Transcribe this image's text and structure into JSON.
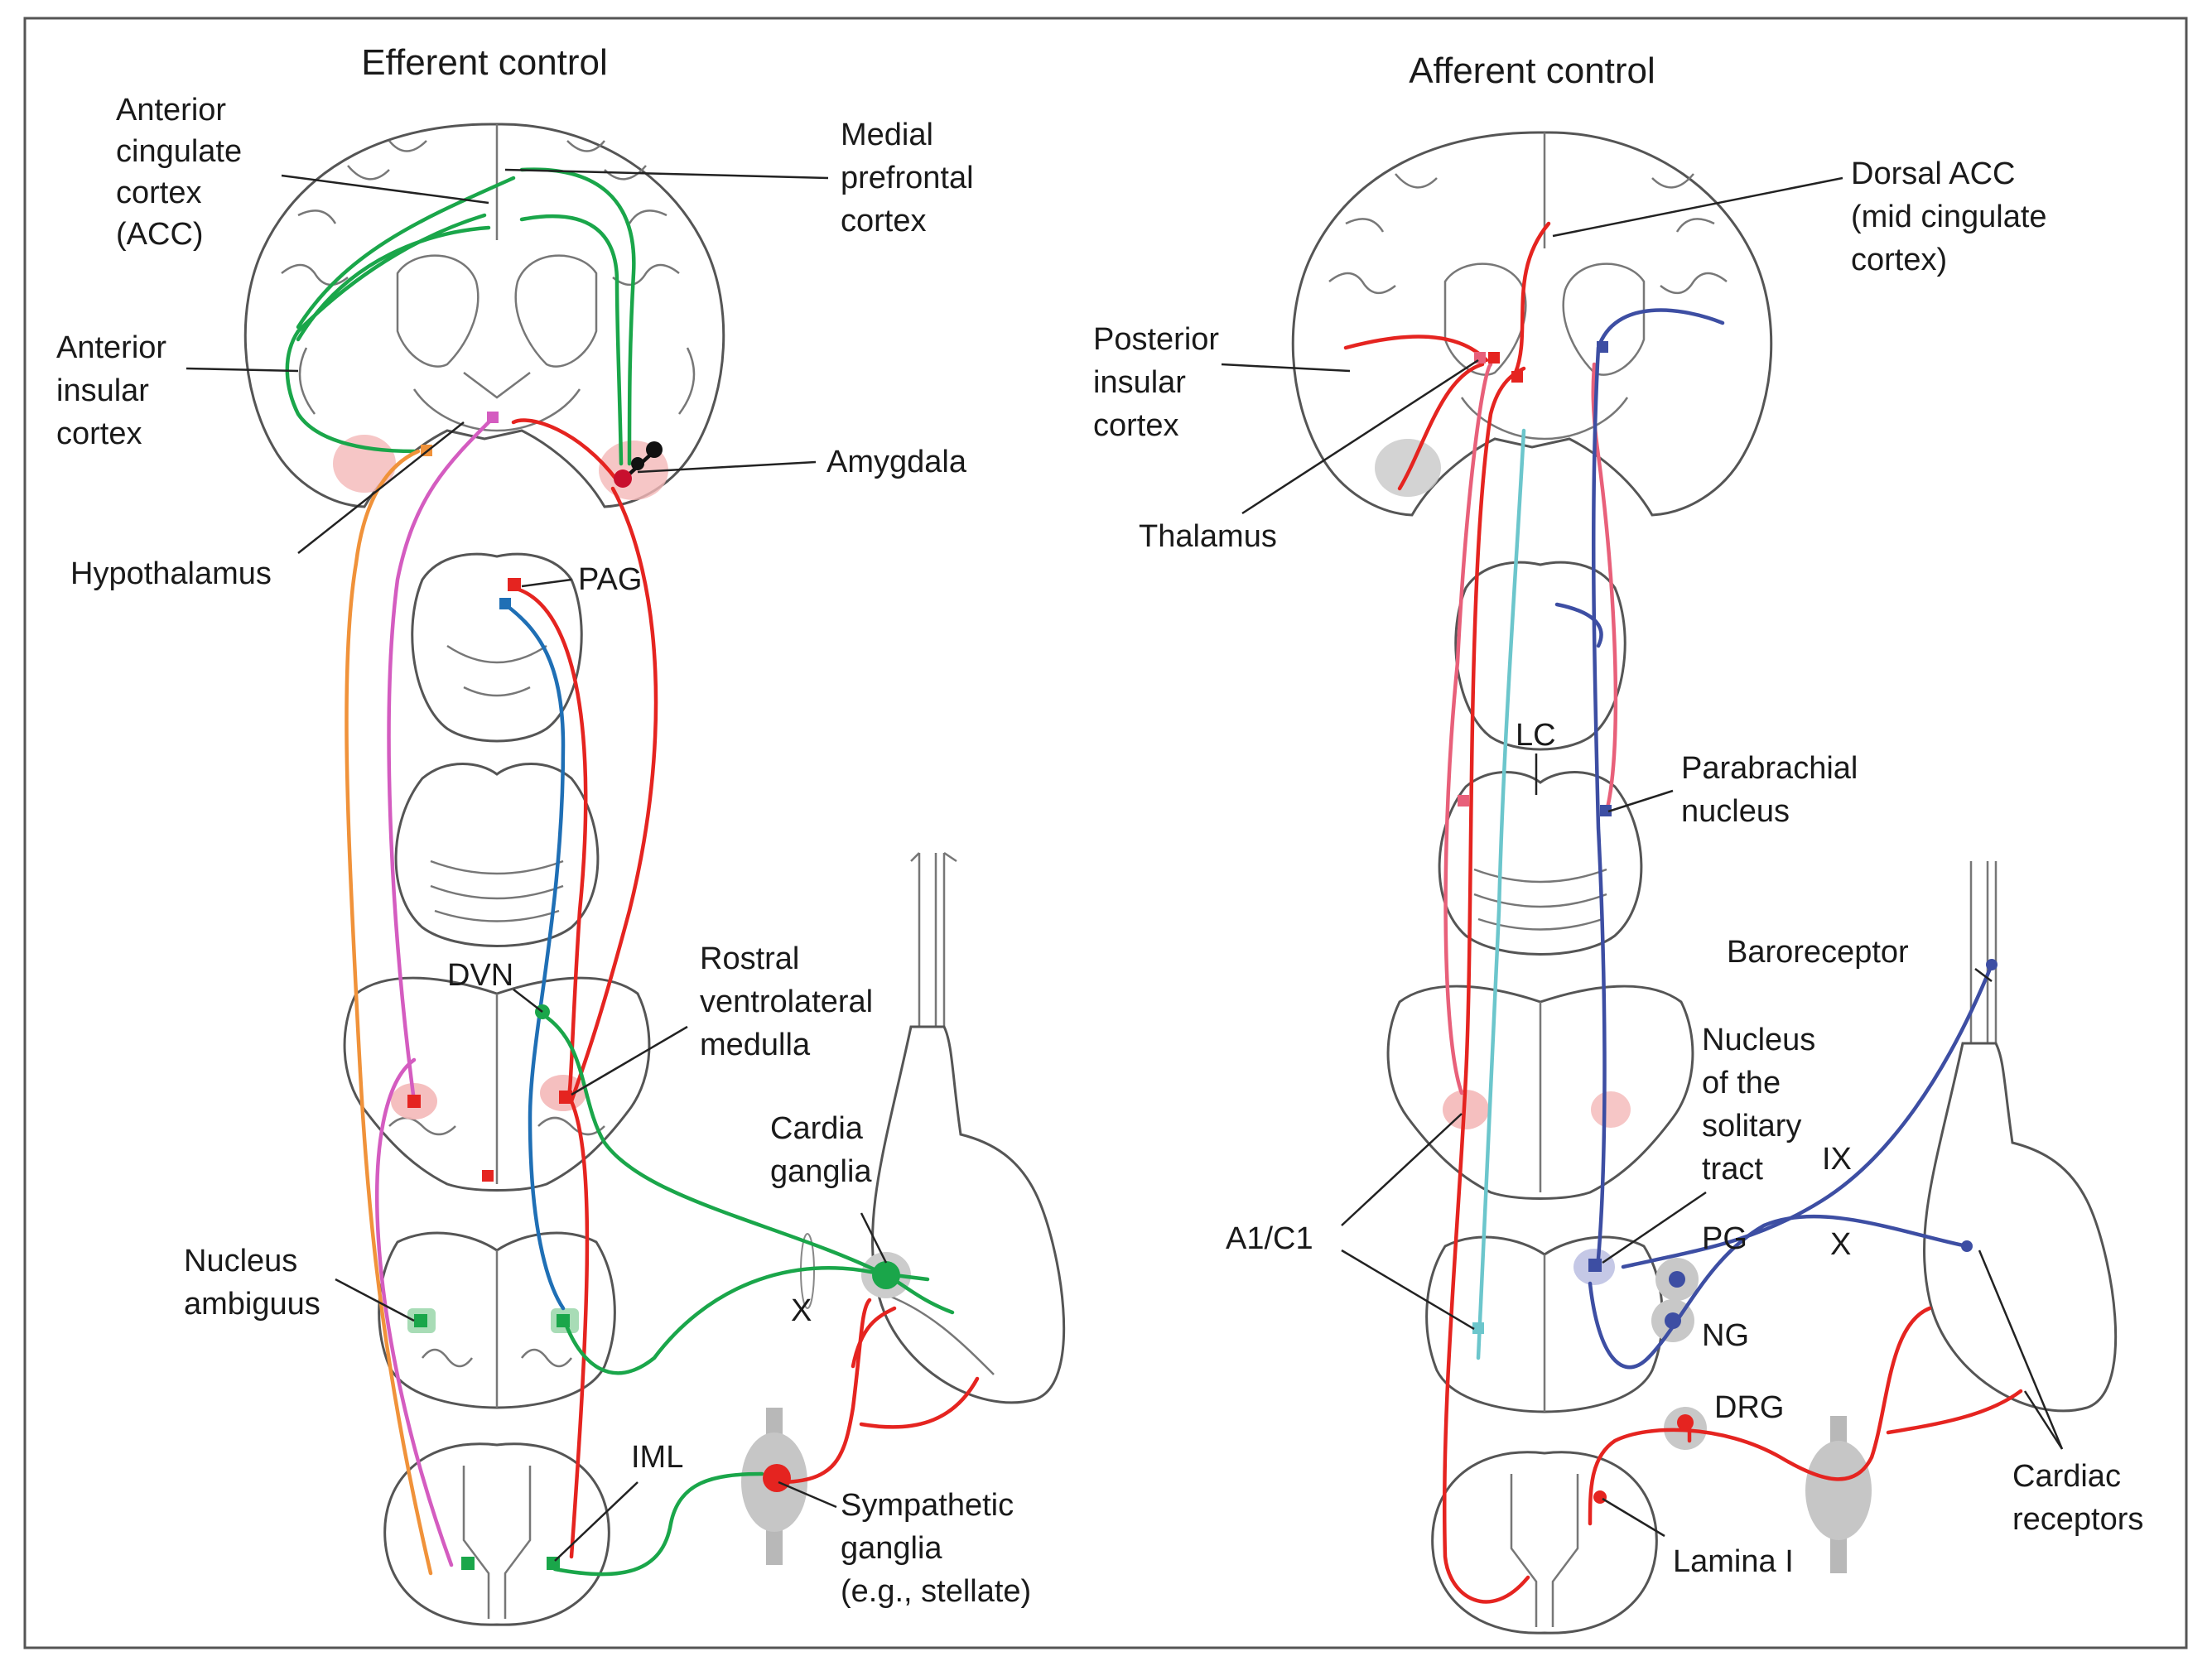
{
  "panels": {
    "efferent": {
      "title": "Efferent control",
      "labels": {
        "acc": [
          "Anterior",
          "cingulate",
          "cortex",
          "(ACC)"
        ],
        "mpfc": [
          "Medial",
          "prefrontal",
          "cortex"
        ],
        "insula": [
          "Anterior",
          "insular",
          "cortex"
        ],
        "amygdala": "Amygdala",
        "hypothalamus": "Hypothalamus",
        "pag": "PAG",
        "dvn": "DVN",
        "rvlm": [
          "Rostral",
          "ventrolateral",
          "medulla"
        ],
        "cardiac_ganglia": [
          "Cardia",
          "ganglia"
        ],
        "x_nerve": "X",
        "nucleus_ambiguus": [
          "Nucleus",
          "ambiguus"
        ],
        "iml": "IML",
        "sympathetic_ganglia": [
          "Sympathetic",
          "ganglia",
          "(e.g., stellate)"
        ]
      }
    },
    "afferent": {
      "title": "Afferent control",
      "labels": {
        "dorsal_acc": [
          "Dorsal ACC",
          "(mid cingulate",
          "cortex)"
        ],
        "posterior_insula": [
          "Posterior",
          "insular",
          "cortex"
        ],
        "thalamus": "Thalamus",
        "lc": "LC",
        "parabrachial": [
          "Parabrachial",
          "nucleus"
        ],
        "baroreceptor": "Baroreceptor",
        "nts": [
          "Nucleus",
          "of the",
          "solitary",
          "tract"
        ],
        "ix_nerve": "IX",
        "x_nerve": "X",
        "a1c1": "A1/C1",
        "pg": "PG",
        "ng": "NG",
        "drg": "DRG",
        "lamina_i": "Lamina I",
        "cardiac_receptors": [
          "Cardiac",
          "receptors"
        ]
      }
    }
  },
  "colors": {
    "green": "#1aa64a",
    "orange": "#f0923a",
    "magenta": "#d45cc0",
    "red": "#e52420",
    "blue": "#1f6fb5",
    "navy": "#3d4ea3",
    "pink": "#e8607a",
    "cyan": "#6cc6cc",
    "black": "#111111",
    "anatomy": "#555555",
    "highlight_red": "#f4b8b8",
    "highlight_gray": "#c8c8c8"
  }
}
